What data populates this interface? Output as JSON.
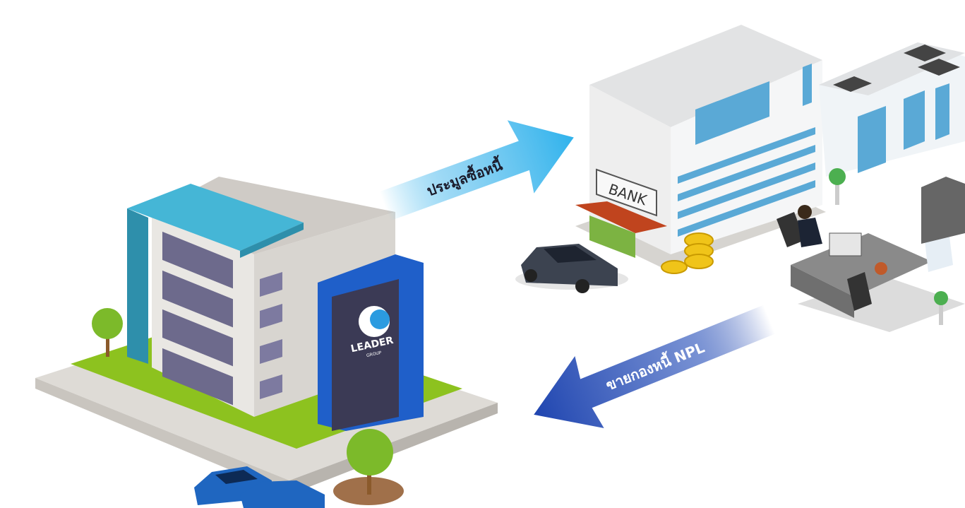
{
  "arrows": {
    "bid_label": "ประมูลซื้อหนี้",
    "sell_label": "ขายกองหนี้ NPL"
  },
  "bank": {
    "sign": "BANK"
  },
  "leader": {
    "logo_text": "LEADER",
    "logo_sub": "GROUP"
  },
  "colors": {
    "arrow_light": "#2fb2ec",
    "arrow_dark": "#1f45b0",
    "leader_teal": "#45b6d6",
    "leader_blue": "#1f5fc9"
  }
}
